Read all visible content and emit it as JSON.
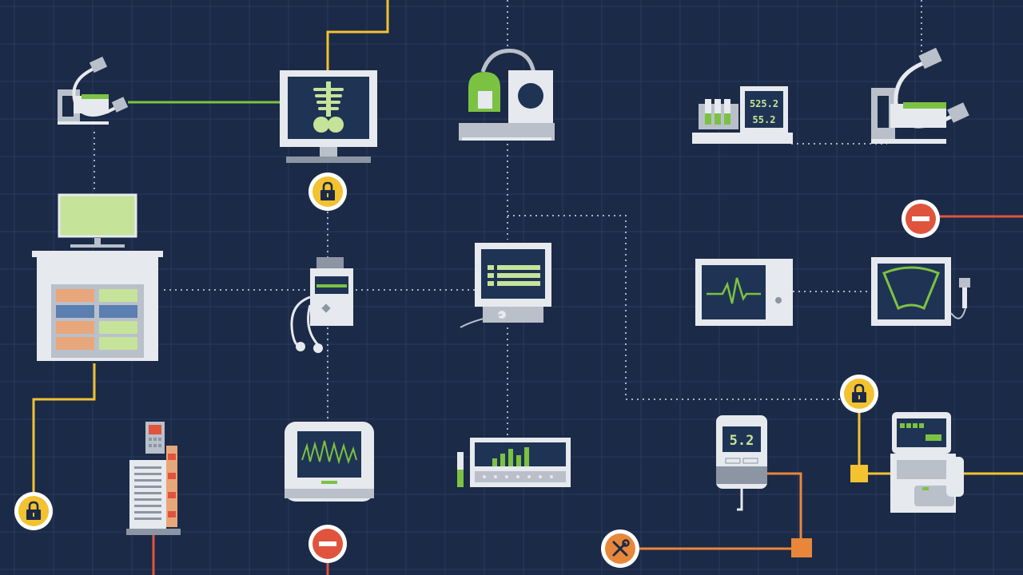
{
  "colors": {
    "background": "#1b2a47",
    "grid": "#2a3b5c",
    "device_light": "#e6e9ee",
    "device_mid": "#b9c0ca",
    "device_dark": "#8c95a3",
    "screen": "#1f3454",
    "screen_green": "#c6e39a",
    "accent_green": "#7cc242",
    "link_yellow": "#f2c230",
    "link_orange": "#e8873a",
    "link_red": "#e0533d",
    "link_dotted": "#a9b3c2",
    "status_red": "#e0533d",
    "status_yellow": "#f2c230",
    "status_orange": "#e8873a"
  },
  "analyzer": {
    "reading_top": "525.2",
    "reading_bottom": "55.2"
  },
  "glucometer": {
    "reading": "5.2"
  },
  "icons": {
    "lock": "lock-icon",
    "blocked": "blocked-icon",
    "wrench": "wrench-icon"
  }
}
